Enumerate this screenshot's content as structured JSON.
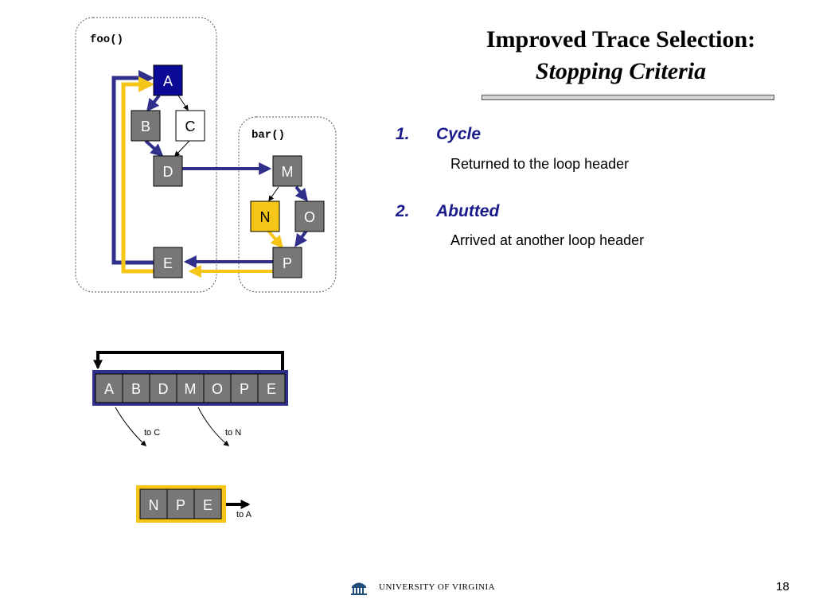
{
  "slide": {
    "title_line1": "Improved Trace Selection:",
    "title_line2": "Stopping Criteria",
    "page_number": "18",
    "logo_text": "University of Virginia"
  },
  "criteria": [
    {
      "number": "1.",
      "heading": "Cycle",
      "description": "Returned to the loop header"
    },
    {
      "number": "2.",
      "heading": "Abutted",
      "description": "Arrived at another loop header"
    }
  ],
  "diagram": {
    "foo_label": "foo()",
    "bar_label": "bar()",
    "nodes": {
      "A": "A",
      "B": "B",
      "C": "C",
      "D": "D",
      "E": "E",
      "M": "M",
      "N": "N",
      "O": "O",
      "P": "P"
    },
    "trace1": [
      "A",
      "B",
      "D",
      "M",
      "O",
      "P",
      "E"
    ],
    "trace2": [
      "N",
      "P",
      "E"
    ],
    "exit_labels": {
      "to_c": "to C",
      "to_n": "to N",
      "to_a": "to A"
    }
  },
  "colors": {
    "blue_path": "#30308c",
    "yellow_path": "#f5c518",
    "gray_node": "#777777",
    "selected_node": "#0a0a96",
    "highlight_node": "#f5c518",
    "heading_color": "#1a1a8c"
  }
}
